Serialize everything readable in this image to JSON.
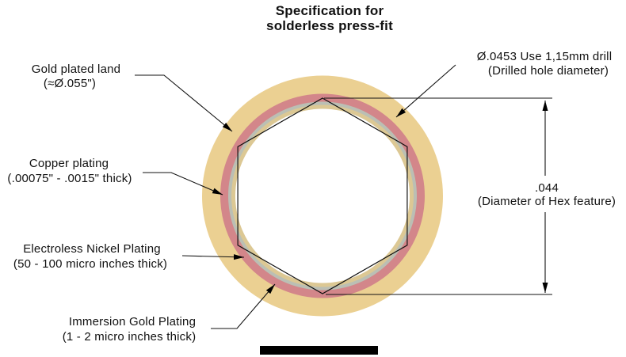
{
  "title": {
    "line1": "Specification for",
    "line2": "solderless press-fit"
  },
  "callouts": {
    "gold_land": {
      "line1": "Gold plated land",
      "line2": "(≈Ø.055\")"
    },
    "drill": {
      "line1": "Ø.0453 Use 1,15mm drill",
      "line2": "(Drilled hole diameter)"
    },
    "copper": {
      "line1": "Copper plating",
      "line2": "(.00075\" - .0015\" thick)"
    },
    "nickel": {
      "line1": "Electroless Nickel Plating",
      "line2": "(50 - 100 micro inches thick)"
    },
    "immersion_gold": {
      "line1": "Immersion Gold Plating",
      "line2": "(1 - 2 micro inches thick)"
    },
    "hex_diameter": {
      "value": ".044",
      "line2": "(Diameter of Hex feature)"
    }
  },
  "layers": [
    {
      "name": "Gold plated land",
      "color": "#EBD092"
    },
    {
      "name": "Copper plating",
      "color": "#D3868A"
    },
    {
      "name": "Electroless Nickel Plating",
      "color": "#BBBFB4"
    },
    {
      "name": "Immersion Gold Plating",
      "color": "#DCC894"
    },
    {
      "name": "Drilled hole",
      "color": "#FFFFFF"
    }
  ],
  "colors": {
    "gold_land": "#EBD092",
    "copper": "#D3868A",
    "nickel": "#BBBFB4",
    "immersion_gold": "#DCC894",
    "hole": "#FFFFFF",
    "line": "#000000"
  }
}
